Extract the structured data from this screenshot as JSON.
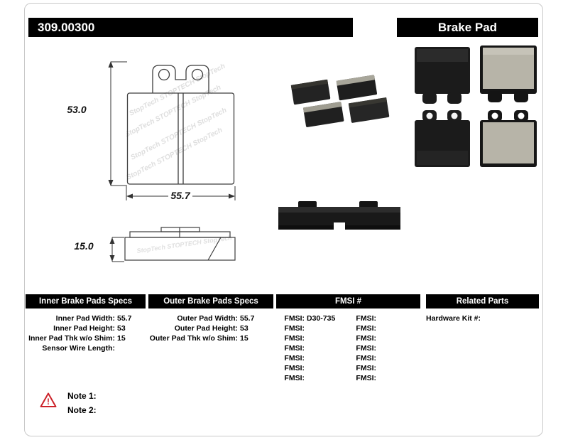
{
  "header": {
    "part_number": "309.00300",
    "product_name": "Brake Pad"
  },
  "colors": {
    "header_bar_bg": "#000000",
    "header_text": "#ffffff",
    "warning": "#cc2229",
    "drawing_line": "#3c3c3c"
  },
  "diagram": {
    "watermark_line": "StopTech  STOPTECH  StopTech",
    "front_view": {
      "height_dim": "53.0",
      "width_dim": "55.7"
    },
    "side_view": {
      "thickness_dim": "15.0"
    }
  },
  "specs": {
    "inner": {
      "title": "Inner Brake Pads Specs",
      "rows": [
        {
          "label": "Inner Pad Width:",
          "value": "55.7"
        },
        {
          "label": "Inner Pad Height:",
          "value": "53"
        },
        {
          "label": "Inner Pad Thk w/o Shim:",
          "value": "15"
        },
        {
          "label": "Sensor Wire Length:",
          "value": ""
        }
      ]
    },
    "outer": {
      "title": "Outer Brake Pads Specs",
      "rows": [
        {
          "label": "Outer Pad Width:",
          "value": "55.7"
        },
        {
          "label": "Outer Pad Height:",
          "value": "53"
        },
        {
          "label": "Outer Pad Thk w/o Shim:",
          "value": "15"
        }
      ]
    },
    "fmsi": {
      "title": "FMSI #",
      "col1": [
        {
          "label": "FMSI:",
          "value": "D30-735"
        },
        {
          "label": "FMSI:",
          "value": ""
        },
        {
          "label": "FMSI:",
          "value": ""
        },
        {
          "label": "FMSI:",
          "value": ""
        },
        {
          "label": "FMSI:",
          "value": ""
        },
        {
          "label": "FMSI:",
          "value": ""
        },
        {
          "label": "FMSI:",
          "value": ""
        }
      ],
      "col2": [
        {
          "label": "FMSI:",
          "value": ""
        },
        {
          "label": "FMSI:",
          "value": ""
        },
        {
          "label": "FMSI:",
          "value": ""
        },
        {
          "label": "FMSI:",
          "value": ""
        },
        {
          "label": "FMSI:",
          "value": ""
        },
        {
          "label": "FMSI:",
          "value": ""
        },
        {
          "label": "FMSI:",
          "value": ""
        }
      ]
    },
    "related": {
      "title": "Related Parts",
      "rows": [
        {
          "label": "Hardware Kit #:",
          "value": ""
        }
      ]
    }
  },
  "notes": {
    "icon": "warning-triangle",
    "items": [
      {
        "text": "Note 1:"
      },
      {
        "text": "Note 2:"
      }
    ]
  }
}
